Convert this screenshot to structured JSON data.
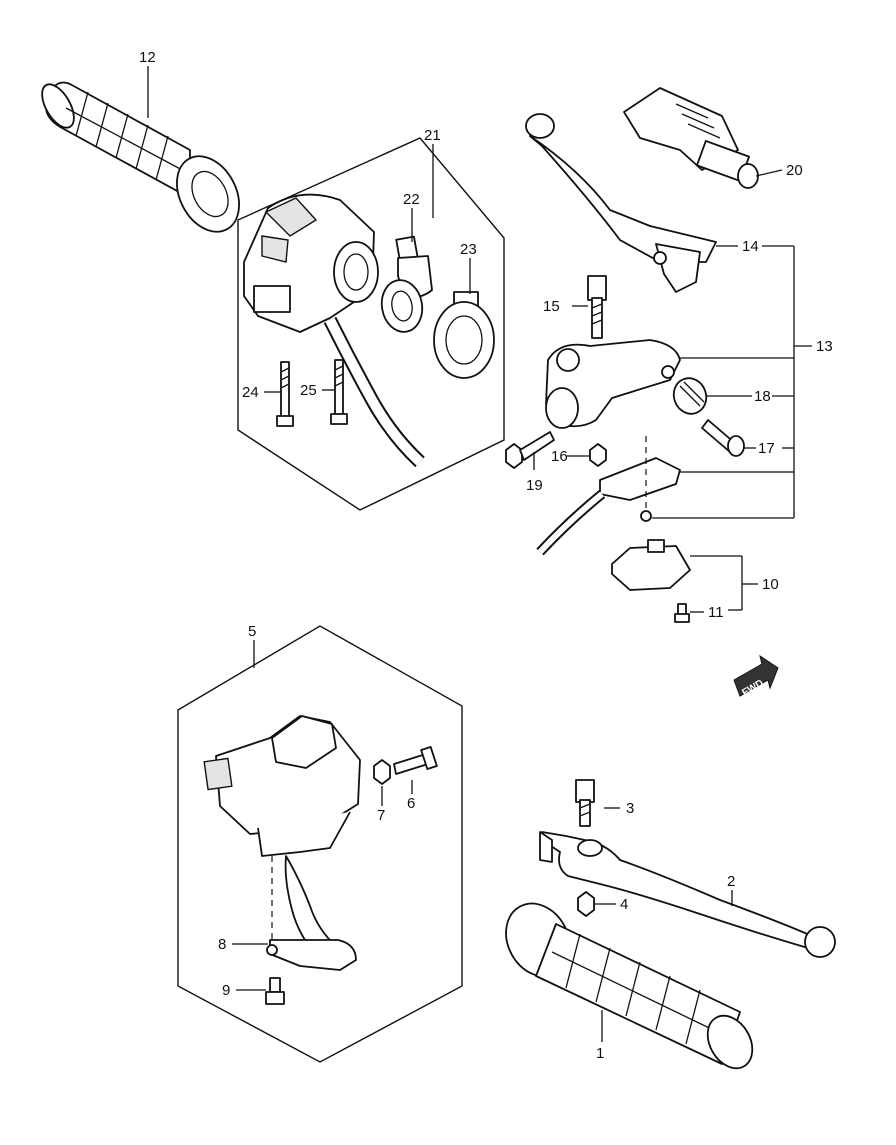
{
  "diagram": {
    "callouts": {
      "c1": "1",
      "c2": "2",
      "c3": "3",
      "c4": "4",
      "c5": "5",
      "c6": "6",
      "c7": "7",
      "c8": "8",
      "c9": "9",
      "c10": "10",
      "c11": "11",
      "c12": "12",
      "c13": "13",
      "c14": "14",
      "c15": "15",
      "c16": "16",
      "c17": "17",
      "c18": "18",
      "c19": "19",
      "c20": "20",
      "c21": "21",
      "c22": "22",
      "c23": "23",
      "c24": "24",
      "c25": "25"
    },
    "fwd_badge": "FWD"
  }
}
